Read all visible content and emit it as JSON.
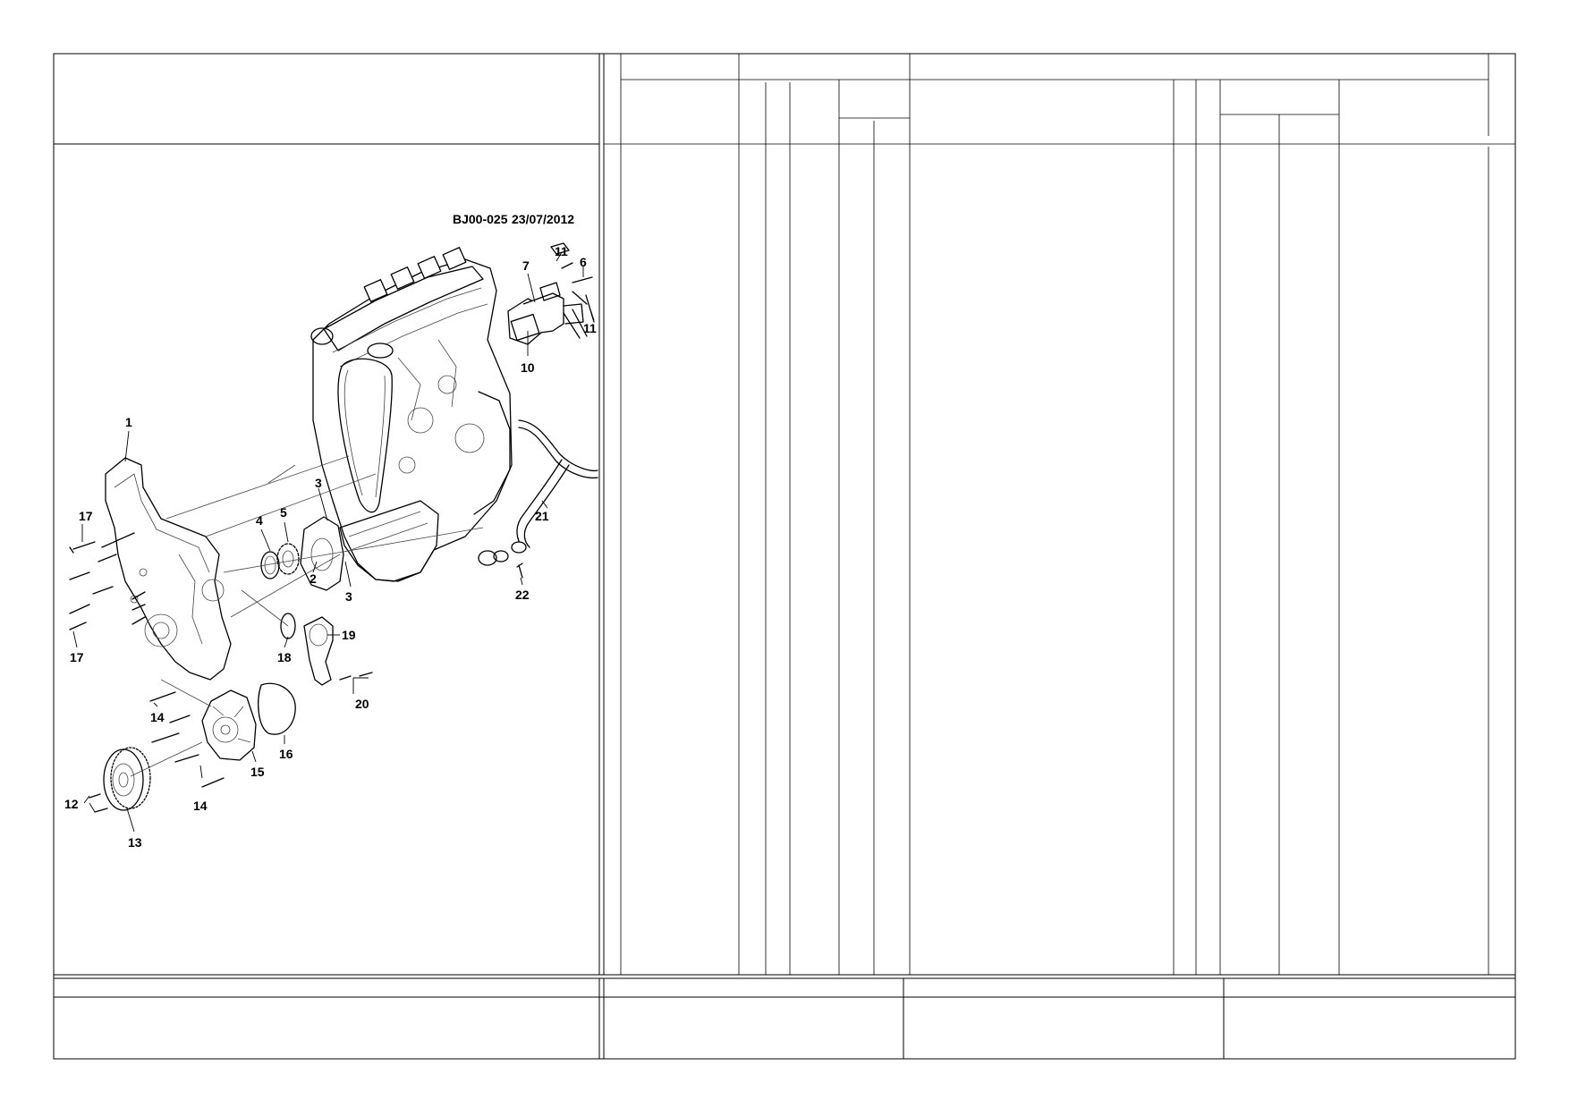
{
  "drawing": {
    "reference": "BJ00-025",
    "date": "23/07/2012",
    "callouts": [
      {
        "id": "1",
        "label": "1"
      },
      {
        "id": "2",
        "label": "2"
      },
      {
        "id": "3a",
        "label": "3"
      },
      {
        "id": "3b",
        "label": "3"
      },
      {
        "id": "4",
        "label": "4"
      },
      {
        "id": "5",
        "label": "5"
      },
      {
        "id": "6",
        "label": "6"
      },
      {
        "id": "7",
        "label": "7"
      },
      {
        "id": "10",
        "label": "10"
      },
      {
        "id": "11a",
        "label": "11"
      },
      {
        "id": "11b",
        "label": "11"
      },
      {
        "id": "12",
        "label": "12"
      },
      {
        "id": "13",
        "label": "13"
      },
      {
        "id": "14a",
        "label": "14"
      },
      {
        "id": "14b",
        "label": "14"
      },
      {
        "id": "15",
        "label": "15"
      },
      {
        "id": "16",
        "label": "16"
      },
      {
        "id": "17a",
        "label": "17"
      },
      {
        "id": "17b",
        "label": "17"
      },
      {
        "id": "18",
        "label": "18"
      },
      {
        "id": "19",
        "label": "19"
      },
      {
        "id": "20",
        "label": "20"
      },
      {
        "id": "21",
        "label": "21"
      },
      {
        "id": "22",
        "label": "22"
      }
    ]
  }
}
